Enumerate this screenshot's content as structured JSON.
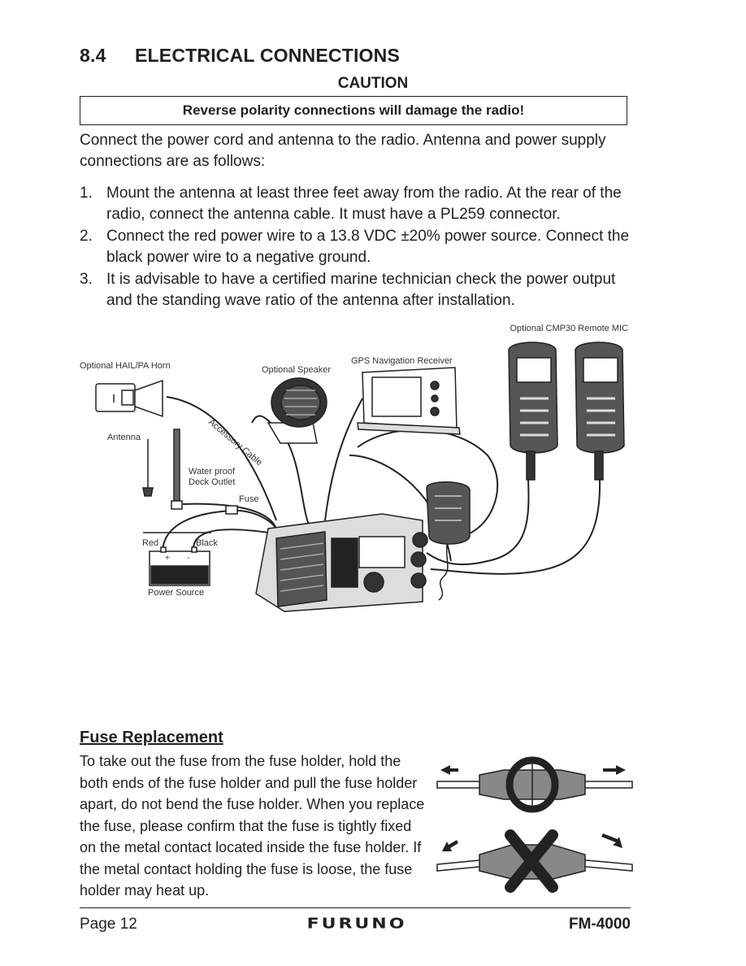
{
  "section": {
    "number": "8.4",
    "title": "ELECTRICAL CONNECTIONS"
  },
  "caution": {
    "title": "CAUTION",
    "message": "Reverse polarity connections will damage the radio!"
  },
  "intro": "Connect the power cord and antenna to the radio. Antenna and power supply connections are as follows:",
  "steps": [
    {
      "num": "1.",
      "text": "Mount the antenna at least three feet away from the radio. At the rear of the radio, connect the antenna cable. It must have a PL259 connector."
    },
    {
      "num": "2.",
      "text": "Connect the red power wire to a 13.8 VDC ±20% power source. Connect the black power wire to a negative ground."
    },
    {
      "num": "3.",
      "text": "It is advisable to have a certified marine technician check the power output and the standing wave ratio of the antenna after installation."
    }
  ],
  "diagram": {
    "labels": {
      "remote_mic": "Optional CMP30 Remote MIC",
      "hail_horn": "Optional HAIL/PA Horn",
      "gps": "GPS Navigation Receiver",
      "speaker": "Optional Speaker",
      "antenna": "Antenna",
      "accessory_cable": "Accessory Cable",
      "deck_outlet_1": "Water proof",
      "deck_outlet_2": "Deck Outlet",
      "fuse": "Fuse",
      "red": "Red",
      "black": "Black",
      "power_source": "Power Source",
      "plus": "+",
      "minus": "-"
    }
  },
  "fuse_replacement": {
    "title": "Fuse Replacement",
    "text": "To take out the fuse from the fuse holder, hold the both ends of the fuse holder and pull the fuse holder apart, do not bend the fuse holder. When you replace the fuse, please confirm that the fuse is tightly fixed on the metal contact located inside the fuse holder. If the metal contact holding the fuse is loose, the fuse holder may heat up."
  },
  "footer": {
    "page": "Page 12",
    "brand": "FURUNO",
    "model": "FM-4000"
  }
}
